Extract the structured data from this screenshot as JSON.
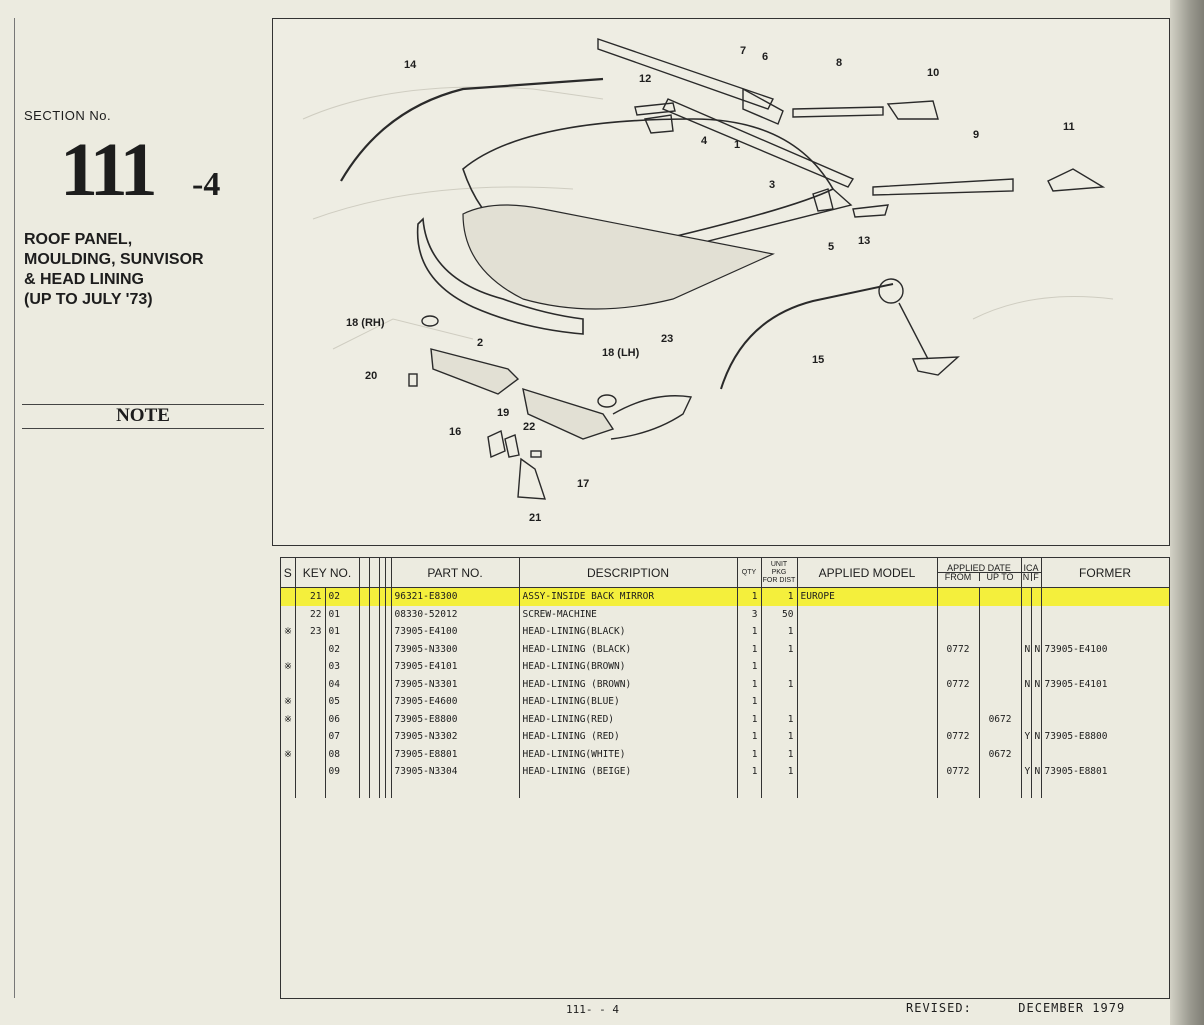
{
  "section": {
    "label": "SECTION No.",
    "number": "111",
    "sub": "-4",
    "title_lines": [
      "ROOF PANEL,",
      "MOULDING, SUNVISOR",
      "& HEAD LINING",
      "(UP TO JULY '73)"
    ]
  },
  "note": {
    "label": "NOTE"
  },
  "diagram": {
    "callouts": [
      {
        "id": "c14",
        "text": "14"
      },
      {
        "id": "c12",
        "text": "12"
      },
      {
        "id": "c7",
        "text": "7"
      },
      {
        "id": "c6",
        "text": "6"
      },
      {
        "id": "c8",
        "text": "8"
      },
      {
        "id": "c10",
        "text": "10"
      },
      {
        "id": "c4",
        "text": "4"
      },
      {
        "id": "c1",
        "text": "1"
      },
      {
        "id": "c3",
        "text": "3"
      },
      {
        "id": "c9",
        "text": "9"
      },
      {
        "id": "c11",
        "text": "11"
      },
      {
        "id": "c5",
        "text": "5"
      },
      {
        "id": "c13",
        "text": "13"
      },
      {
        "id": "c18rh",
        "text": "18 (RH)"
      },
      {
        "id": "c2",
        "text": "2"
      },
      {
        "id": "c23",
        "text": "23"
      },
      {
        "id": "c18lh",
        "text": "18 (LH)"
      },
      {
        "id": "c15",
        "text": "15"
      },
      {
        "id": "c20",
        "text": "20"
      },
      {
        "id": "c16",
        "text": "16"
      },
      {
        "id": "c19",
        "text": "19"
      },
      {
        "id": "c22",
        "text": "22"
      },
      {
        "id": "c17",
        "text": "17"
      },
      {
        "id": "c21",
        "text": "21"
      }
    ]
  },
  "table": {
    "headers": {
      "s": "S",
      "key_no": "KEY NO.",
      "part_no": "PART NO.",
      "description": "DESCRIPTION",
      "qty": "QTY",
      "unit_pkg": [
        "UNIT",
        "PKG",
        "FOR DIST"
      ],
      "applied_model": "APPLIED MODEL",
      "applied_date": "APPLIED DATE",
      "from": "FROM",
      "up_to": "UP TO",
      "ica": "ICA",
      "n": "N",
      "f": "F",
      "former": "FORMER"
    },
    "rows": [
      {
        "s": "",
        "key": "21",
        "sub": "02",
        "part": "96321-E8300",
        "desc": "ASSY-INSIDE BACK MIRROR",
        "qty": "1",
        "pkg": "1",
        "model": "EUROPE",
        "from": "",
        "upto": "",
        "n": "",
        "f": "",
        "former": "",
        "highlight": true
      },
      {
        "s": "",
        "key": "22",
        "sub": "01",
        "part": "08330-52012",
        "desc": "SCREW-MACHINE",
        "qty": "3",
        "pkg": "50",
        "model": "",
        "from": "",
        "upto": "",
        "n": "",
        "f": "",
        "former": "",
        "highlight": false
      },
      {
        "s": "※",
        "key": "23",
        "sub": "01",
        "part": "73905-E4100",
        "desc": "HEAD-LINING(BLACK)",
        "qty": "1",
        "pkg": "1",
        "model": "",
        "from": "",
        "upto": "",
        "n": "",
        "f": "",
        "former": "",
        "highlight": false
      },
      {
        "s": "",
        "key": "",
        "sub": "02",
        "part": "73905-N3300",
        "desc": "HEAD-LINING (BLACK)",
        "qty": "1",
        "pkg": "1",
        "model": "",
        "from": "0772",
        "upto": "",
        "n": "N",
        "f": "N",
        "former": "73905-E4100",
        "highlight": false
      },
      {
        "s": "※",
        "key": "",
        "sub": "03",
        "part": "73905-E4101",
        "desc": "HEAD-LINING(BROWN)",
        "qty": "1",
        "pkg": "",
        "model": "",
        "from": "",
        "upto": "",
        "n": "",
        "f": "",
        "former": "",
        "highlight": false
      },
      {
        "s": "",
        "key": "",
        "sub": "04",
        "part": "73905-N3301",
        "desc": "HEAD-LINING (BROWN)",
        "qty": "1",
        "pkg": "1",
        "model": "",
        "from": "0772",
        "upto": "",
        "n": "N",
        "f": "N",
        "former": "73905-E4101",
        "highlight": false
      },
      {
        "s": "※",
        "key": "",
        "sub": "05",
        "part": "73905-E4600",
        "desc": "HEAD-LINING(BLUE)",
        "qty": "1",
        "pkg": "",
        "model": "",
        "from": "",
        "upto": "",
        "n": "",
        "f": "",
        "former": "",
        "highlight": false
      },
      {
        "s": "※",
        "key": "",
        "sub": "06",
        "part": "73905-E8800",
        "desc": "HEAD-LINING(RED)",
        "qty": "1",
        "pkg": "1",
        "model": "",
        "from": "",
        "upto": "0672",
        "n": "",
        "f": "",
        "former": "",
        "highlight": false
      },
      {
        "s": "",
        "key": "",
        "sub": "07",
        "part": "73905-N3302",
        "desc": "HEAD-LINING (RED)",
        "qty": "1",
        "pkg": "1",
        "model": "",
        "from": "0772",
        "upto": "",
        "n": "Y",
        "f": "N",
        "former": "73905-E8800",
        "highlight": false
      },
      {
        "s": "※",
        "key": "",
        "sub": "08",
        "part": "73905-E8801",
        "desc": "HEAD-LINING(WHITE)",
        "qty": "1",
        "pkg": "1",
        "model": "",
        "from": "",
        "upto": "0672",
        "n": "",
        "f": "",
        "former": "",
        "highlight": false
      },
      {
        "s": "",
        "key": "",
        "sub": "09",
        "part": "73905-N3304",
        "desc": "HEAD-LINING (BEIGE)",
        "qty": "1",
        "pkg": "1",
        "model": "",
        "from": "0772",
        "upto": "",
        "n": "Y",
        "f": "N",
        "former": "73905-E8801",
        "highlight": false
      }
    ]
  },
  "footer": {
    "page": "111- - 4",
    "revised_label": "REVISED:",
    "revised_date": "DECEMBER 1979"
  },
  "colors": {
    "highlight": "#f4ef3c",
    "paper": "#ecebe0",
    "ink": "#1d1d1d"
  }
}
